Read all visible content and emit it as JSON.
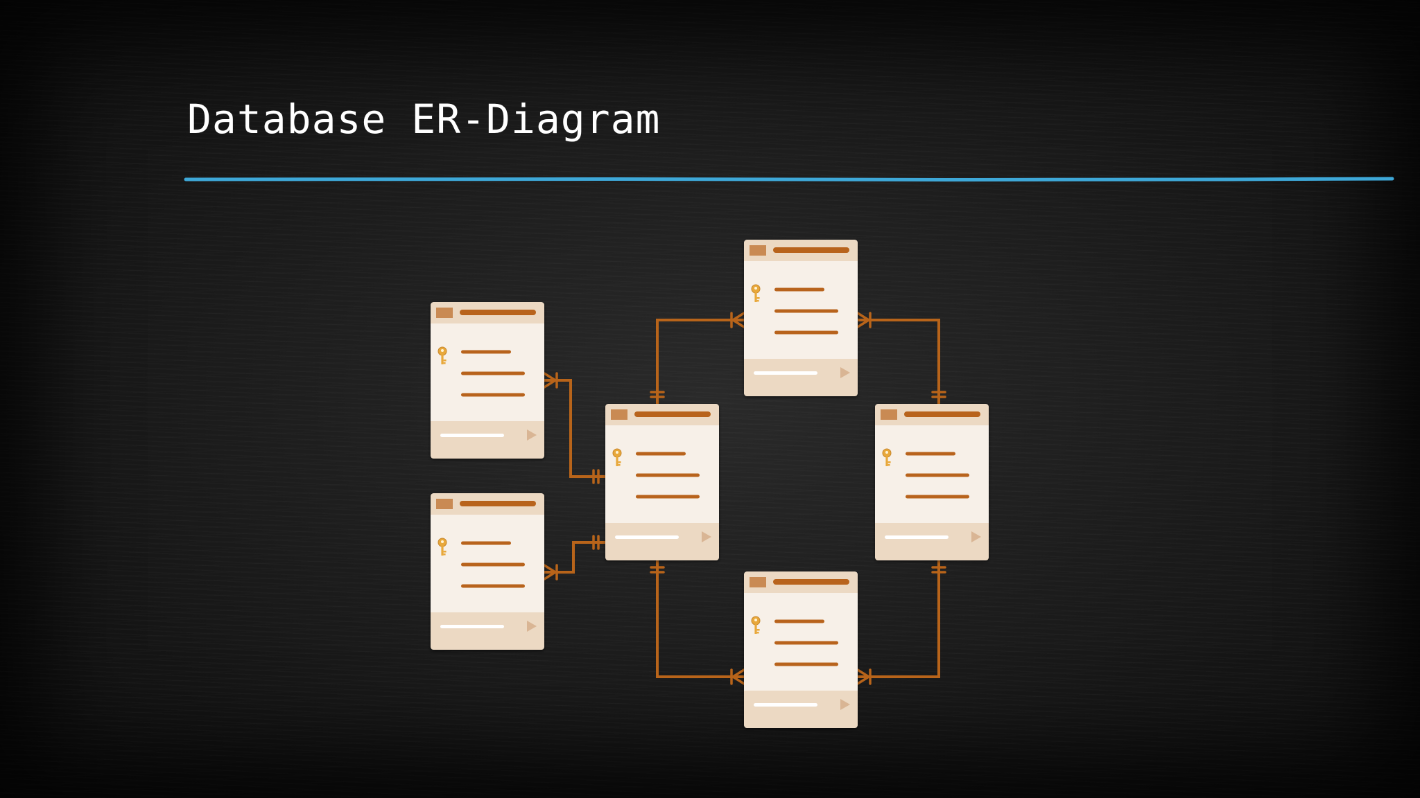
{
  "slide": {
    "title": "Database ER-Diagram"
  },
  "colors": {
    "background": "#1a1a1a",
    "title_text": "#ffffff",
    "accent_underline": "#3ea8d8",
    "entity_header": "#ecd9c3",
    "entity_body": "#f7f0e8",
    "entity_footer": "#ecd9c3",
    "entity_accent": "#b8641a",
    "relationship_line": "#b8641a",
    "key_icon": "#e8a83a"
  },
  "diagram": {
    "entities": [
      {
        "id": "left-top",
        "icon": "key-icon",
        "attribute_lines": 3
      },
      {
        "id": "left-bottom",
        "icon": "key-icon",
        "attribute_lines": 3
      },
      {
        "id": "center-left",
        "icon": "key-icon",
        "attribute_lines": 3
      },
      {
        "id": "top",
        "icon": "key-icon",
        "attribute_lines": 3
      },
      {
        "id": "right",
        "icon": "key-icon",
        "attribute_lines": 3
      },
      {
        "id": "bottom",
        "icon": "key-icon",
        "attribute_lines": 3
      }
    ],
    "relationships": [
      {
        "from": "left-top",
        "to": "center-left",
        "from_end": "one-or-many",
        "to_end": "one-and-only-one"
      },
      {
        "from": "left-bottom",
        "to": "center-left",
        "from_end": "one-or-many",
        "to_end": "one-and-only-one"
      },
      {
        "from": "center-left",
        "to": "top",
        "from_end": "one-and-only-one",
        "to_end": "one-or-many"
      },
      {
        "from": "center-left",
        "to": "bottom",
        "from_end": "one-and-only-one",
        "to_end": "one-or-many"
      },
      {
        "from": "right",
        "to": "top",
        "from_end": "one-and-only-one",
        "to_end": "one-or-many"
      },
      {
        "from": "right",
        "to": "bottom",
        "from_end": "one-and-only-one",
        "to_end": "one-or-many"
      }
    ]
  }
}
